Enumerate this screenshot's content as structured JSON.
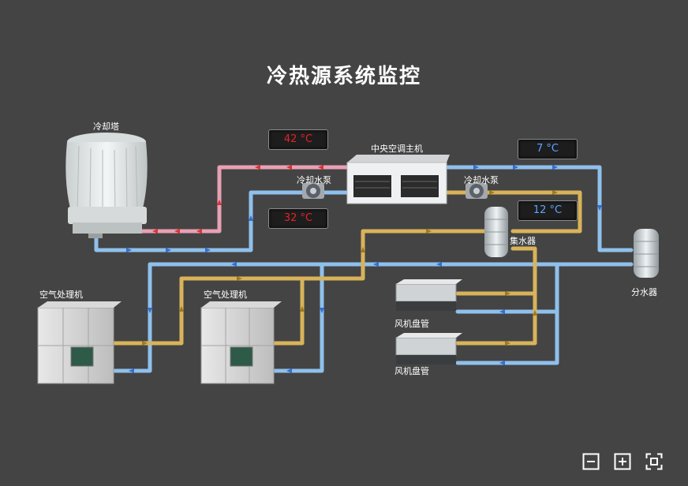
{
  "title": "冷热源系统监控",
  "labels": {
    "cooling_tower": "冷却塔",
    "chiller": "中央空调主机",
    "cooling_pump_left": "冷却水泵",
    "cooling_pump_right": "冷却水泵",
    "collector": "集水器",
    "distributor": "分水器",
    "ahu_1": "空气处理机",
    "ahu_2": "空气处理机",
    "fcu_1": "风机盘管",
    "fcu_2": "风机盘管"
  },
  "temps": {
    "cooling_supply": "42 °C",
    "cooling_return": "32 °C",
    "chilled_supply": "7 °C",
    "chilled_return": "12 °C"
  },
  "colors": {
    "hot_pipe": "#e8a0b4",
    "cold_pipe": "#8fc0ec",
    "return_pipe": "#d9b35a",
    "hot_text": "#e02424",
    "cold_text": "#5aa6ff"
  },
  "icons": {
    "zoom_out": "zoom-out-icon",
    "zoom_in": "zoom-in-icon",
    "fullscreen": "fullscreen-icon"
  }
}
